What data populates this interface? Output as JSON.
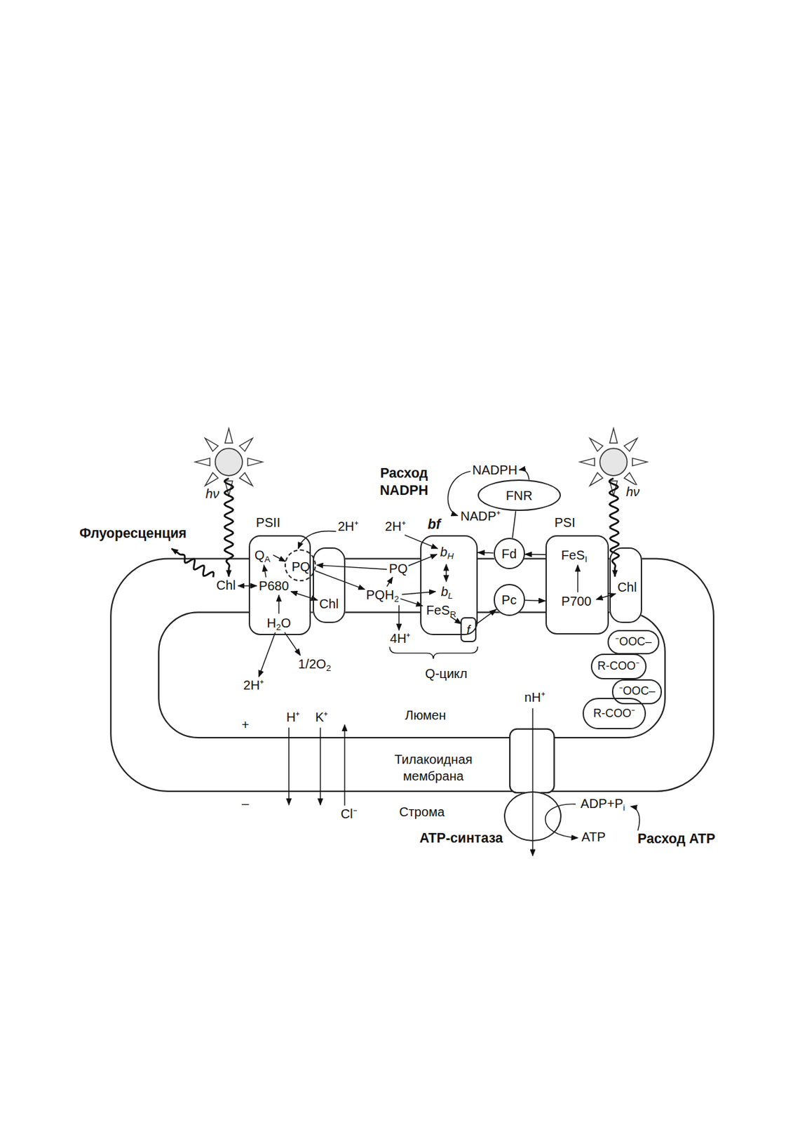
{
  "diagram": {
    "nodes": [
      {
        "text": [
          "PSII",
          "QA",
          "P680",
          "H2O"
        ]
      },
      {
        "text": [
          "PQ"
        ],
        "in": 0
      },
      {
        "text": [
          "Chl"
        ]
      },
      {
        "text": [
          "bf",
          "bH",
          "bL",
          "FeSR"
        ]
      },
      {
        "text": [
          "f"
        ]
      },
      {
        "text": [
          "Fd"
        ]
      },
      {
        "text": [
          "Pc"
        ]
      },
      {
        "text": [
          "FNR"
        ]
      },
      {
        "text": [
          "PSI",
          "FeSI",
          "P700"
        ]
      },
      {
        "text": [
          "Chl"
        ]
      },
      {
        "text": [
          "⁻OOC–"
        ]
      },
      {
        "text": [
          "R-COO⁻"
        ]
      },
      {
        "text": [
          "⁻OOC–"
        ]
      },
      {
        "text": [
          "R-COO⁻"
        ]
      },
      {
        "text": [
          "ATP-синтаза"
        ]
      }
    ],
    "edges": [
      {
        "from": 5,
        "to": 3,
        "arrow": "to"
      },
      {
        "from": 8,
        "to": 5,
        "arrow": "to"
      },
      {
        "from": 7,
        "to": 5,
        "arrow": "none"
      },
      {
        "from": 4,
        "to": 6,
        "arrow": "to"
      },
      {
        "from": 6,
        "to": 8,
        "arrow": "to"
      }
    ],
    "labels": [
      "Расход NADPH",
      "NADPH",
      "hν",
      "hν",
      "NADP⁺",
      "Флуоресценция",
      "2H⁺",
      "2H⁺",
      "Chl",
      "PQ",
      "PQH2",
      "4H⁺",
      "1/2O2",
      "Q-цикл",
      "2H⁺",
      "+",
      "H⁺",
      "K⁺",
      "nH⁺",
      "Люмен",
      "Тилакоидная мембрана",
      "–",
      "Cl⁻",
      "Строма",
      "ADP+Pi",
      "ATP",
      "Расход ATP"
    ]
  }
}
